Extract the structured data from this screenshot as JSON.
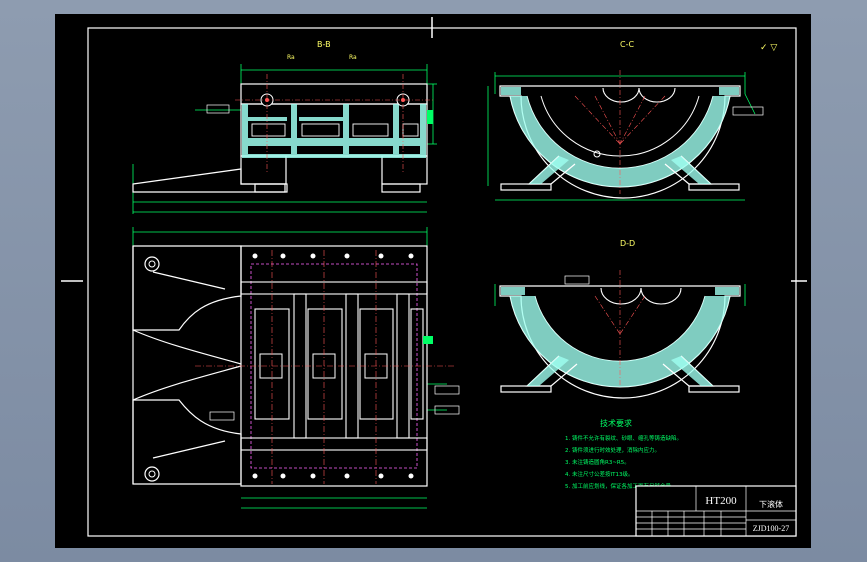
{
  "drawing": {
    "section_bb": "B-B",
    "section_cc": "C-C",
    "section_dd": "D-D",
    "tech_title": "技术要求",
    "tech_notes": [
      "1. 铸件不允许有裂纹、砂眼、缩孔等铸造缺陷。",
      "2. 铸件须进行时效处理，消除内应力。",
      "3. 未注铸造圆角R3~R5。",
      "4. 未注尺寸公差按IT13级。",
      "5. 加工前应划线，保证各加工面有足够余量。"
    ],
    "material": "HT200",
    "part_name": "下滚体",
    "drawing_no": "ZJD100-27"
  }
}
